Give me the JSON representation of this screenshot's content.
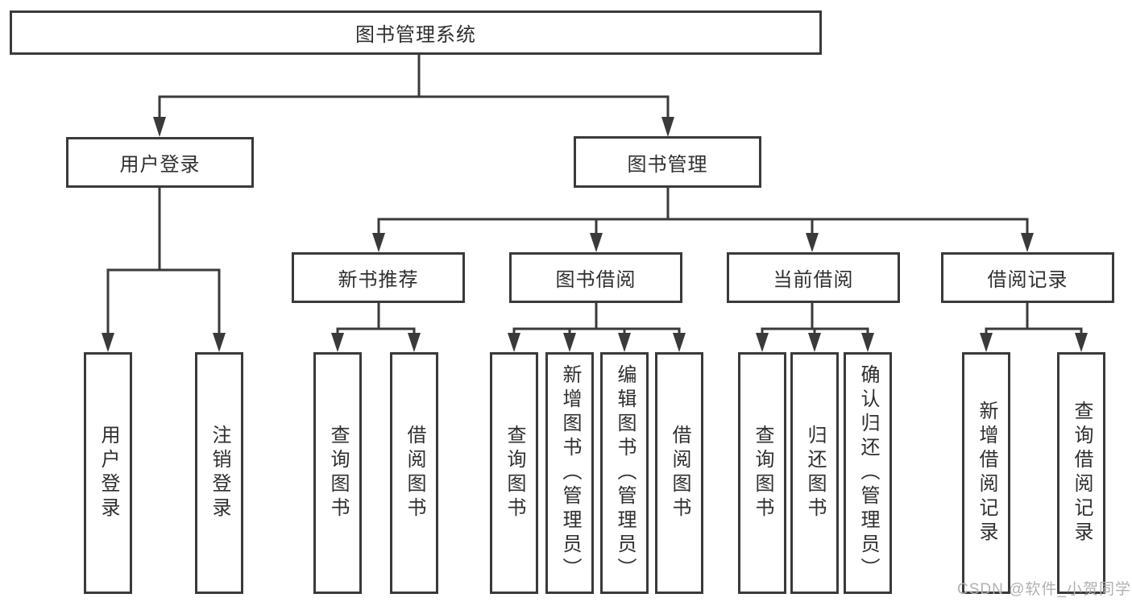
{
  "diagram": {
    "root": {
      "label": "图书管理系统"
    },
    "level2": [
      {
        "label": "用户登录"
      },
      {
        "label": "图书管理"
      }
    ],
    "level3": [
      {
        "label": "新书推荐"
      },
      {
        "label": "图书借阅"
      },
      {
        "label": "当前借阅"
      },
      {
        "label": "借阅记录"
      }
    ],
    "leaves": {
      "user_login": [
        "用户登录",
        "注销登录"
      ],
      "new_book": [
        "查询图书",
        "借阅图书"
      ],
      "book_borrow": [
        "查询图书",
        "新增图书（管理员）",
        "编辑图书（管理员）",
        "借阅图书"
      ],
      "current_borrow": [
        "查询图书",
        "归还图书",
        "确认归还（管理员）"
      ],
      "borrow_record": [
        "新增借阅记录",
        "查询借阅记录"
      ]
    }
  },
  "watermark": "CSDN @软件_小贺同学",
  "colors": {
    "line": "#3a3a3a",
    "text": "#2f2f2f",
    "watermark": "#b3b0b3",
    "background": "#ffffff"
  }
}
